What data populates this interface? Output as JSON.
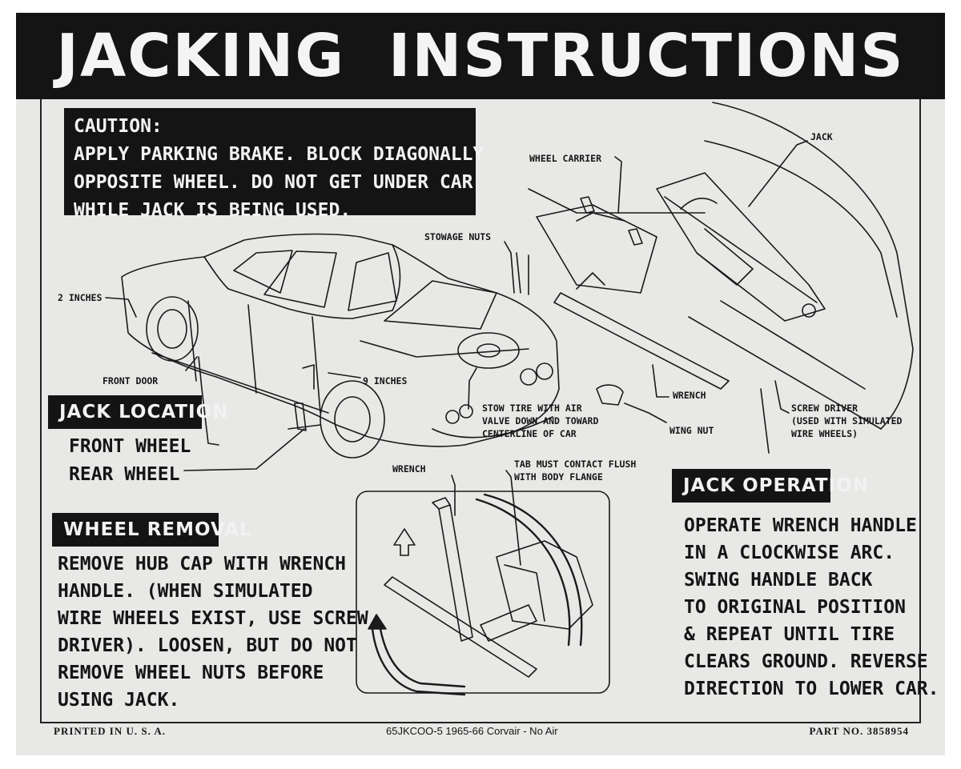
{
  "title": "JACKING INSTRUCTIONS",
  "caution": {
    "lines": [
      "CAUTION:",
      "APPLY PARKING BRAKE. BLOCK DIAGONALLY",
      "OPPOSITE WHEEL.  DO NOT GET UNDER CAR",
      " WHILE JACK IS BEING USED."
    ]
  },
  "jack_location": {
    "heading": "JACK LOCATION",
    "lines": [
      "FRONT WHEEL",
      "REAR WHEEL"
    ]
  },
  "wheel_removal": {
    "heading": "WHEEL REMOVAL",
    "lines": [
      "REMOVE HUB CAP WITH WRENCH",
      "HANDLE. (WHEN SIMULATED",
      "WIRE WHEELS EXIST, USE SCREW",
      "DRIVER). LOOSEN, BUT DO NOT",
      "REMOVE WHEEL NUTS BEFORE",
      "USING JACK."
    ]
  },
  "jack_operation": {
    "heading": "JACK OPERATION",
    "lines": [
      "OPERATE WRENCH HANDLE",
      "IN A CLOCKWISE ARC.",
      "SWING HANDLE BACK",
      "TO ORIGINAL POSITION",
      "& REPEAT UNTIL TIRE",
      "CLEARS GROUND. REVERSE",
      "DIRECTION TO LOWER CAR."
    ]
  },
  "callouts": {
    "two_inches": "2 INCHES",
    "front_door": "FRONT DOOR",
    "nine_inches": "9 INCHES",
    "stowage_nuts": "STOWAGE NUTS",
    "wheel_carrier": "WHEEL CARRIER",
    "jack": "JACK",
    "wrench_top": "WRENCH",
    "wing_nut": "WING NUT",
    "screw_driver": [
      "SCREW DRIVER",
      "(USED WITH SIMULATED",
      "WIRE WHEELS)"
    ],
    "stow_tire": [
      "STOW TIRE WITH AIR",
      "VALVE DOWN AND TOWARD",
      "CENTERLINE OF CAR"
    ],
    "wrench_bottom": "WRENCH",
    "tab_must": [
      "TAB MUST CONTACT FLUSH",
      "WITH BODY FLANGE"
    ]
  },
  "footer": {
    "left": "PRINTED IN U. S. A.",
    "middle": "65JKCOO-5   1965-66 Corvair - No Air",
    "right": "PART NO. 3858954"
  }
}
